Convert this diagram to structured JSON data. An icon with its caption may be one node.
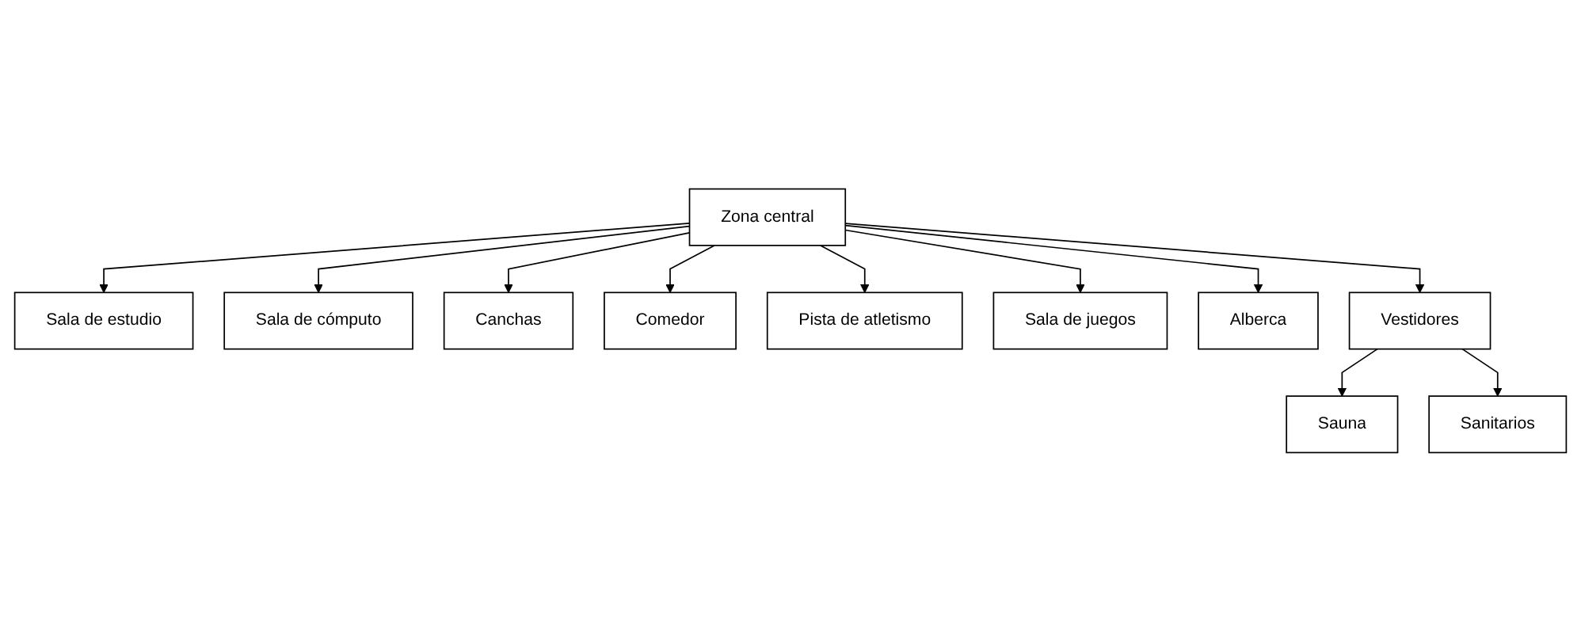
{
  "diagram": {
    "nodes": [
      {
        "text": [
          "Zona central"
        ]
      },
      {
        "text": [
          "Sala de estudio"
        ]
      },
      {
        "text": [
          "Sala de cómputo"
        ]
      },
      {
        "text": [
          "Canchas"
        ]
      },
      {
        "text": [
          "Comedor"
        ]
      },
      {
        "text": [
          "Pista de atletismo"
        ]
      },
      {
        "text": [
          "Sala de juegos"
        ]
      },
      {
        "text": [
          "Alberca"
        ]
      },
      {
        "text": [
          "Vestidores"
        ]
      },
      {
        "text": [
          "Sauna"
        ]
      },
      {
        "text": [
          "Sanitarios"
        ]
      }
    ],
    "edges": [
      {
        "from": 0,
        "to": 1,
        "arrow": "to"
      },
      {
        "from": 0,
        "to": 2,
        "arrow": "to"
      },
      {
        "from": 0,
        "to": 3,
        "arrow": "to"
      },
      {
        "from": 0,
        "to": 4,
        "arrow": "to"
      },
      {
        "from": 0,
        "to": 5,
        "arrow": "to"
      },
      {
        "from": 0,
        "to": 6,
        "arrow": "to"
      },
      {
        "from": 0,
        "to": 7,
        "arrow": "to"
      },
      {
        "from": 0,
        "to": 8,
        "arrow": "to"
      },
      {
        "from": 8,
        "to": 9,
        "arrow": "to"
      },
      {
        "from": 8,
        "to": 10,
        "arrow": "to"
      }
    ]
  }
}
